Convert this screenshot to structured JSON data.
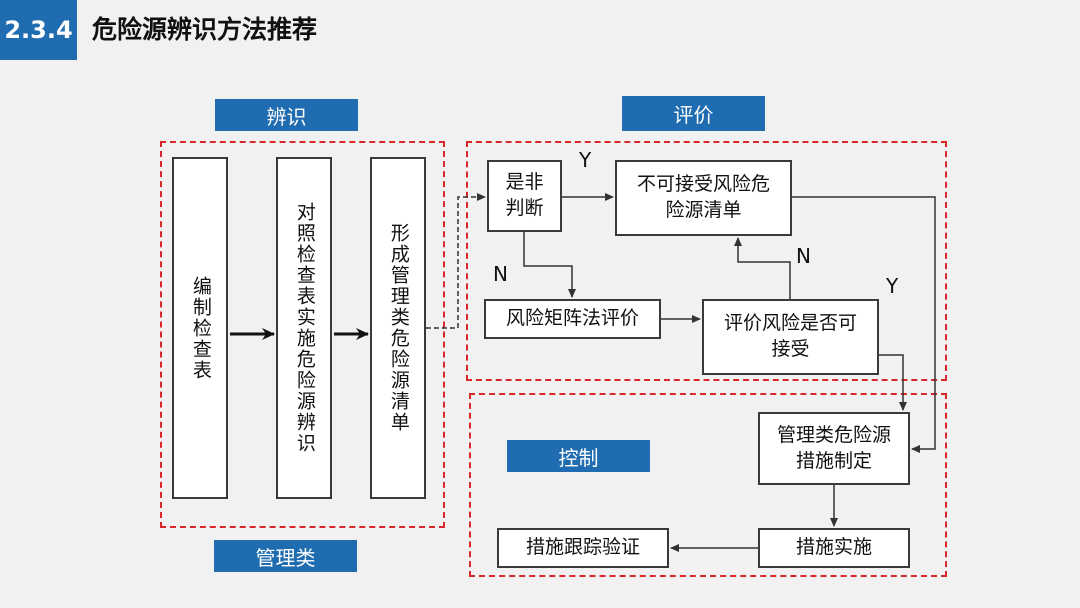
{
  "header": {
    "section_number": "2.3.4",
    "title": "危险源辨识方法推荐"
  },
  "zones": {
    "identify_label": "辨识",
    "evaluate_label": "评价",
    "control_label": "控制",
    "management_label": "管理类"
  },
  "boxes": {
    "compile_checklist": "编制检查表",
    "compare_checklist": "对照检查表实施危险源辨识",
    "form_list": "形成管理类危险源清单",
    "judge_line1": "是非",
    "judge_line2": "判断",
    "unacceptable_line1": "不可接受风险危",
    "unacceptable_line2": "险源清单",
    "matrix": "风险矩阵法评价",
    "acceptable_line1": "评价风险是否可",
    "acceptable_line2": "接受",
    "measures_line1": "管理类危险源",
    "measures_line2": "措施制定",
    "implement": "措施实施",
    "verify": "措施跟踪验证"
  },
  "edge_labels": {
    "y1": "Y",
    "n1": "N",
    "n2": "N",
    "y2": "Y"
  }
}
